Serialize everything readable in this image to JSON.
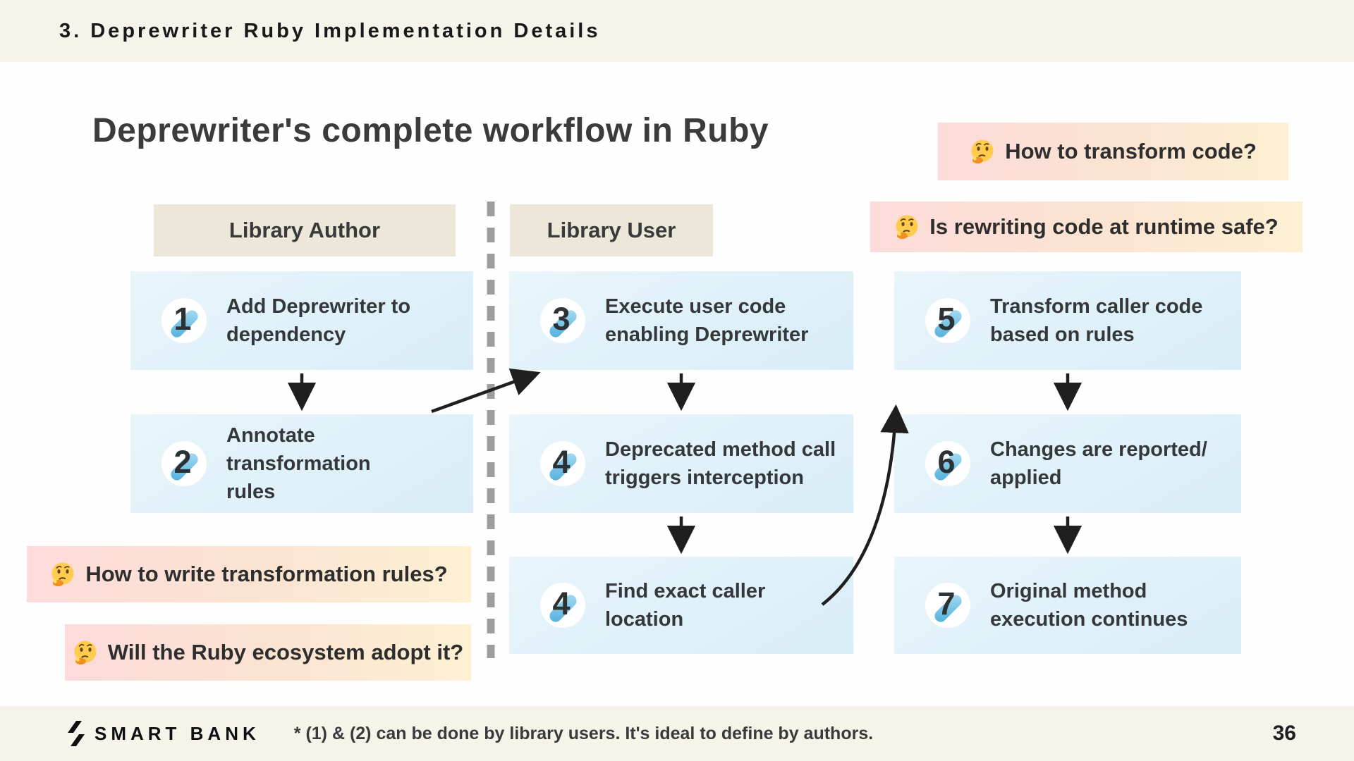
{
  "slide": {
    "header_title": "3. Deprewriter Ruby Implementation Details",
    "title": "Deprewriter's complete workflow in Ruby"
  },
  "columns": {
    "author": "Library Author",
    "user": "Library User"
  },
  "steps": [
    {
      "num": "1",
      "text": "Add Deprewriter to dependency"
    },
    {
      "num": "2",
      "text": "Annotate transformation rules"
    },
    {
      "num": "3",
      "text": "Execute user code enabling Deprewriter"
    },
    {
      "num": "4",
      "text": "Deprecated method call triggers interception"
    },
    {
      "num": "4",
      "text": "Find exact caller location"
    },
    {
      "num": "5",
      "text": "Transform caller code based on rules"
    },
    {
      "num": "6",
      "text": "Changes are reported/ applied"
    },
    {
      "num": "7",
      "text": "Original method execution continues"
    }
  ],
  "questions": [
    {
      "icon": "thinking-face",
      "text": "How to transform code?"
    },
    {
      "icon": "thinking-face",
      "text": "Is rewriting code at runtime safe?"
    },
    {
      "icon": "thinking-face",
      "text": "How to write transformation rules?"
    },
    {
      "icon": "thinking-face",
      "text": "Will the Ruby ecosystem adopt it?"
    }
  ],
  "footer": {
    "brand": "SMART BANK",
    "note": "* (1) & (2) can be done by library users. It's ideal to define by authors.",
    "page": "36"
  },
  "colors": {
    "cream": "#f6f3ea",
    "beige_header": "#ece7d8",
    "box_blue_light": "#e9f5fb",
    "box_blue_dark": "#d8edf7",
    "accent_blue": "#4fafdc",
    "badge_pink": "#fcdbda",
    "badge_yellow": "#fdf0d3",
    "arrow": "#1f1f1f",
    "divider_gray": "#9d9d9d"
  }
}
